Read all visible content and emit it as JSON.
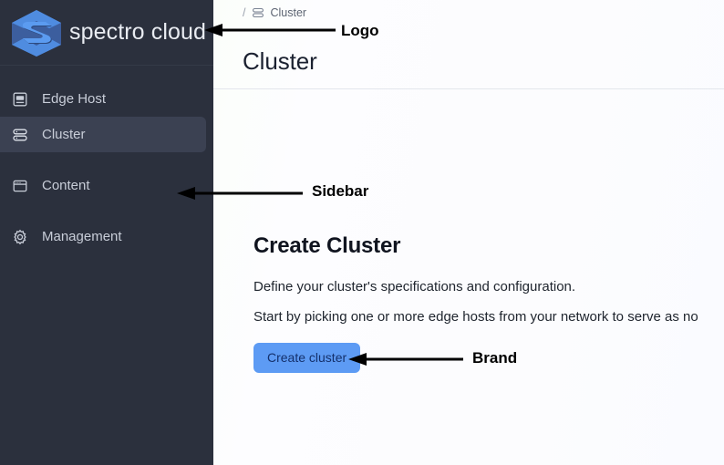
{
  "sidebar": {
    "logo": {
      "mark_icon": "spectro-cloud-hex-s-logo",
      "text": "spectro cloud",
      "mark_color_light": "#5b9bf0",
      "mark_color_dark": "#3b5a9c"
    },
    "items": [
      {
        "label": "Edge Host",
        "icon": "edge-host-server-icon",
        "active": false
      },
      {
        "label": "Cluster",
        "icon": "cluster-stack-icon",
        "active": true
      },
      {
        "label": "Content",
        "icon": "content-window-icon",
        "active": false
      },
      {
        "label": "Management",
        "icon": "gear-icon",
        "active": false
      }
    ],
    "background_color": "#2b303d",
    "active_item_color": "#3b4152"
  },
  "header": {
    "breadcrumb": {
      "separator": "/",
      "icon": "cluster-stack-icon",
      "label": "Cluster"
    },
    "page_title": "Cluster"
  },
  "main": {
    "heading": "Create Cluster",
    "paragraph_1": "Define your cluster's specifications and configuration.",
    "paragraph_2": "Start by picking one or more edge hosts from your network to serve as no",
    "create_button_label": "Create cluster",
    "create_button_color": "#5d9bf4"
  },
  "annotations": [
    {
      "label": "Logo",
      "points_to": "sidebar-logo"
    },
    {
      "label": "Sidebar",
      "points_to": "sidebar"
    },
    {
      "label": "Brand",
      "points_to": "create-cluster-button"
    }
  ]
}
